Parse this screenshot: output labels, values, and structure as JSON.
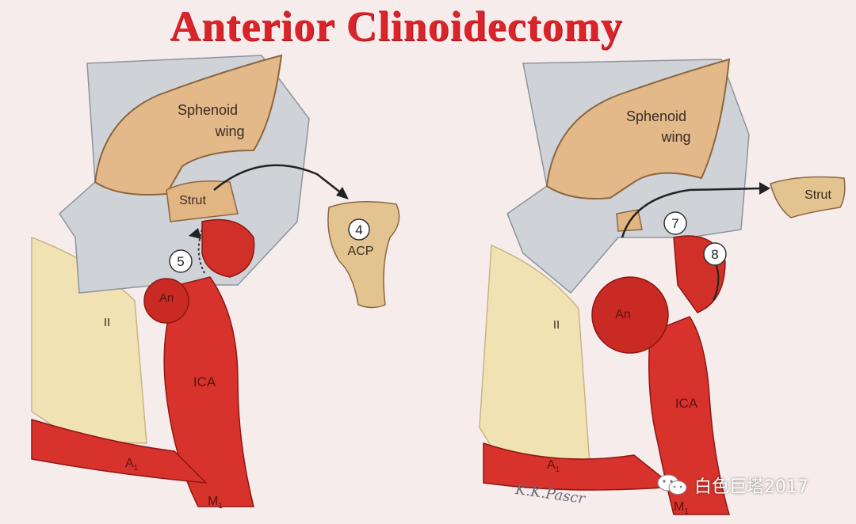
{
  "title": "Anterior Clinoidectomy",
  "left_panel": {
    "labels": {
      "sphenoid_line1": "Sphenoid",
      "sphenoid_line2": "wing",
      "strut": "Strut",
      "acp": "ACP",
      "optic": "II",
      "aneurysm": "An",
      "ica": "ICA",
      "a1": "A",
      "a1_sub": "1",
      "m1": "M",
      "m1_sub": "1"
    },
    "steps": {
      "step_4": "4",
      "step_5": "5"
    }
  },
  "right_panel": {
    "labels": {
      "sphenoid_line1": "Sphenoid",
      "sphenoid_line2": "wing",
      "strut": "Strut",
      "optic": "II",
      "aneurysm": "An",
      "ica": "ICA",
      "a1": "A",
      "a1_sub": "1",
      "m1": "M",
      "m1_sub": "1"
    },
    "steps": {
      "step_7": "7",
      "step_8": "8"
    }
  },
  "signature": "K.K.Pascr",
  "watermark": {
    "text": "白色巨塔2017",
    "icon": "wechat-icon"
  },
  "colors": {
    "title": "#d9242a",
    "artery": "#d8322c",
    "bone": "#e3b98a",
    "dura": "#c9cdd2",
    "nerve": "#f0dfb0"
  }
}
